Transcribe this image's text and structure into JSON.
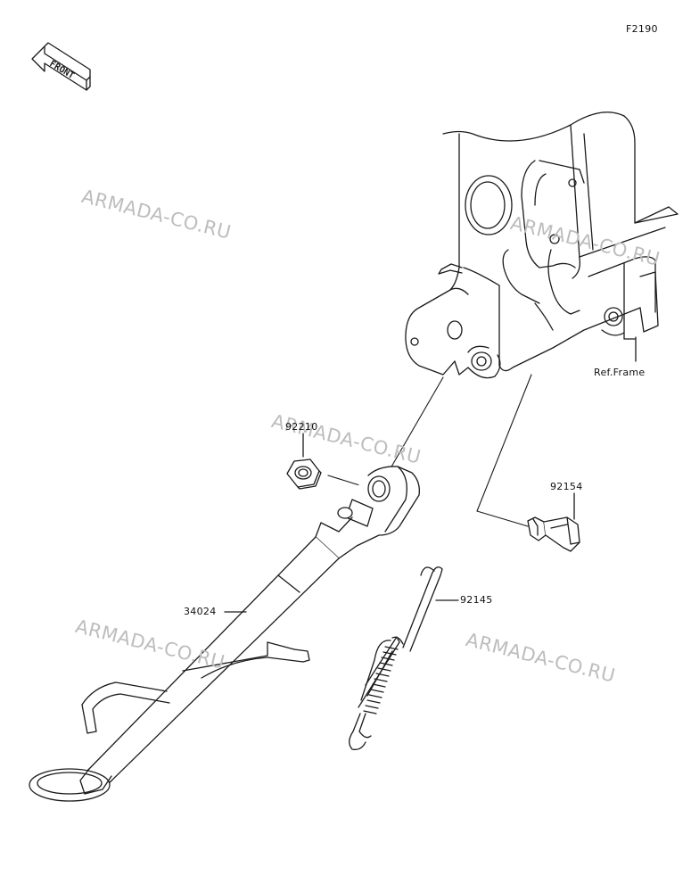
{
  "figure_code": "F2190",
  "front_label": "FRONT",
  "ref_frame_label": "Ref.Frame",
  "parts": [
    {
      "number": "92210"
    },
    {
      "number": "92154"
    },
    {
      "number": "34024"
    },
    {
      "number": "92145"
    }
  ],
  "watermark": "ARMADA-CO.RU",
  "colors": {
    "line": "#1a1a1a",
    "watermark": "#bdbdbd",
    "background": "#ffffff"
  }
}
